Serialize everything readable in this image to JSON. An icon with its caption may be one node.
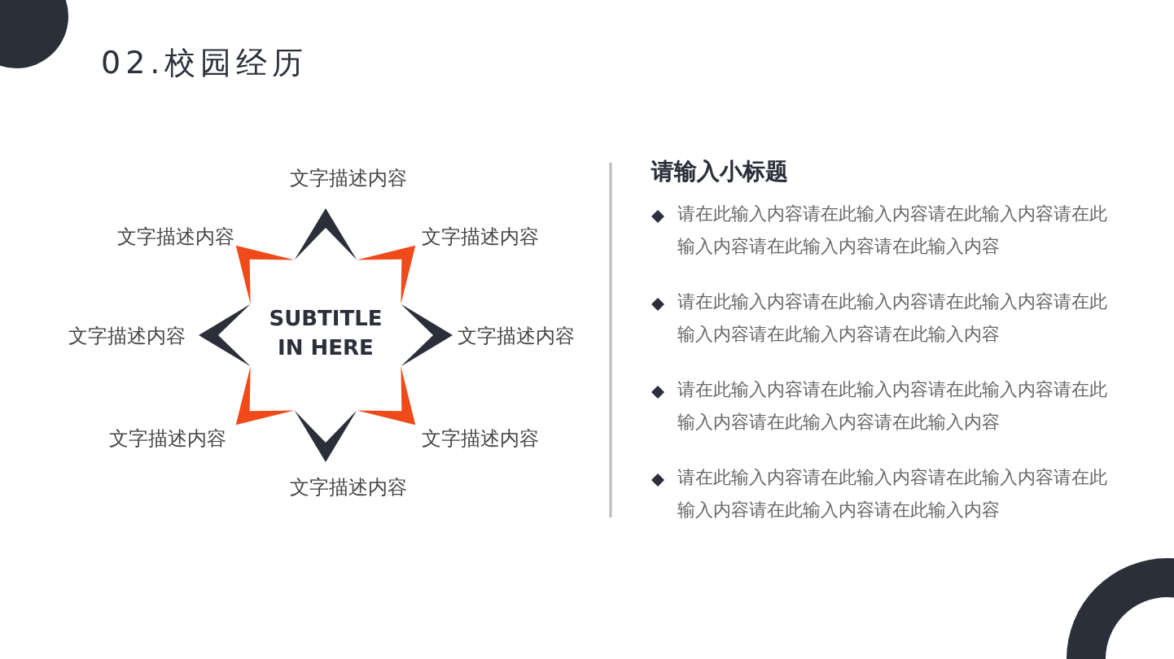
{
  "diagram": {
    "title": "02.校园经历",
    "nodes": [
      {
        "text": [
          "SUBTITLE IN HERE"
        ]
      }
    ],
    "labels": [
      "文字描述内容",
      "文字描述内容",
      "文字描述内容",
      "文字描述内容",
      "文字描述内容",
      "文字描述内容",
      "文字描述内容",
      "文字描述内容",
      "请输入小标题",
      "请在此输入内容请在此输入内容请在此输入内容请在此输入内容请在此输入内容请在此输入内容",
      "请在此输入内容请在此输入内容请在此输入内容请在此输入内容请在此输入内容请在此输入内容",
      "请在此输入内容请在此输入内容请在此输入内容请在此输入内容请在此输入内容请在此输入内容",
      "请在此输入内容请在此输入内容请在此输入内容请在此输入内容请在此输入内容请在此输入内容"
    ]
  }
}
